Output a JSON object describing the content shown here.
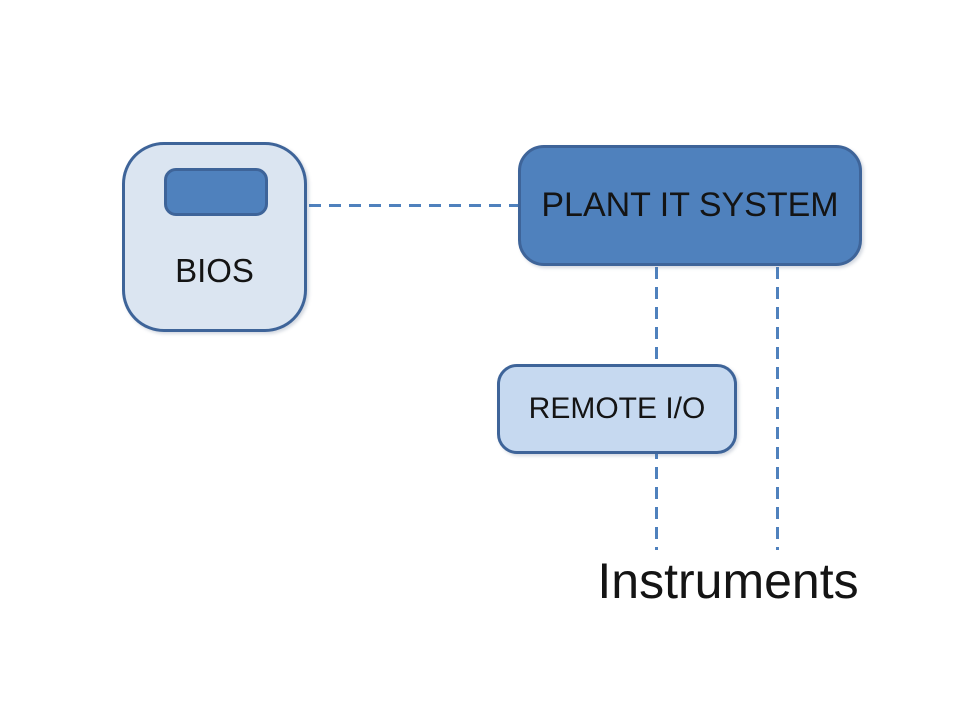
{
  "slide": {
    "background": "#ffffff"
  },
  "colors": {
    "background": "#ffffff",
    "accent": "#4f81bd",
    "stroke": "#3e6499",
    "light-fill": "#dbe5f1",
    "lighter-fill": "#c6d9f0",
    "connector": "#4f81bd",
    "text": "#141414"
  },
  "nodes": {
    "bios": {
      "label": "BIOS"
    },
    "plant_it_system": {
      "label": "PLANT IT SYSTEM"
    },
    "remote_io": {
      "label": "REMOTE I/O"
    }
  },
  "annotations": {
    "instruments": {
      "label": "Instruments"
    }
  },
  "connectors": [
    {
      "id": "bios-to-plant-it-system",
      "style": "dashed",
      "orientation": "horizontal",
      "from": "bios",
      "to": "plant_it_system"
    },
    {
      "id": "plant-it-system-to-remote-io",
      "style": "dashed",
      "orientation": "vertical",
      "from": "plant_it_system",
      "to": "remote_io"
    },
    {
      "id": "plant-it-system-to-instruments",
      "style": "dashed",
      "orientation": "vertical",
      "from": "plant_it_system",
      "to": "instruments"
    }
  ]
}
